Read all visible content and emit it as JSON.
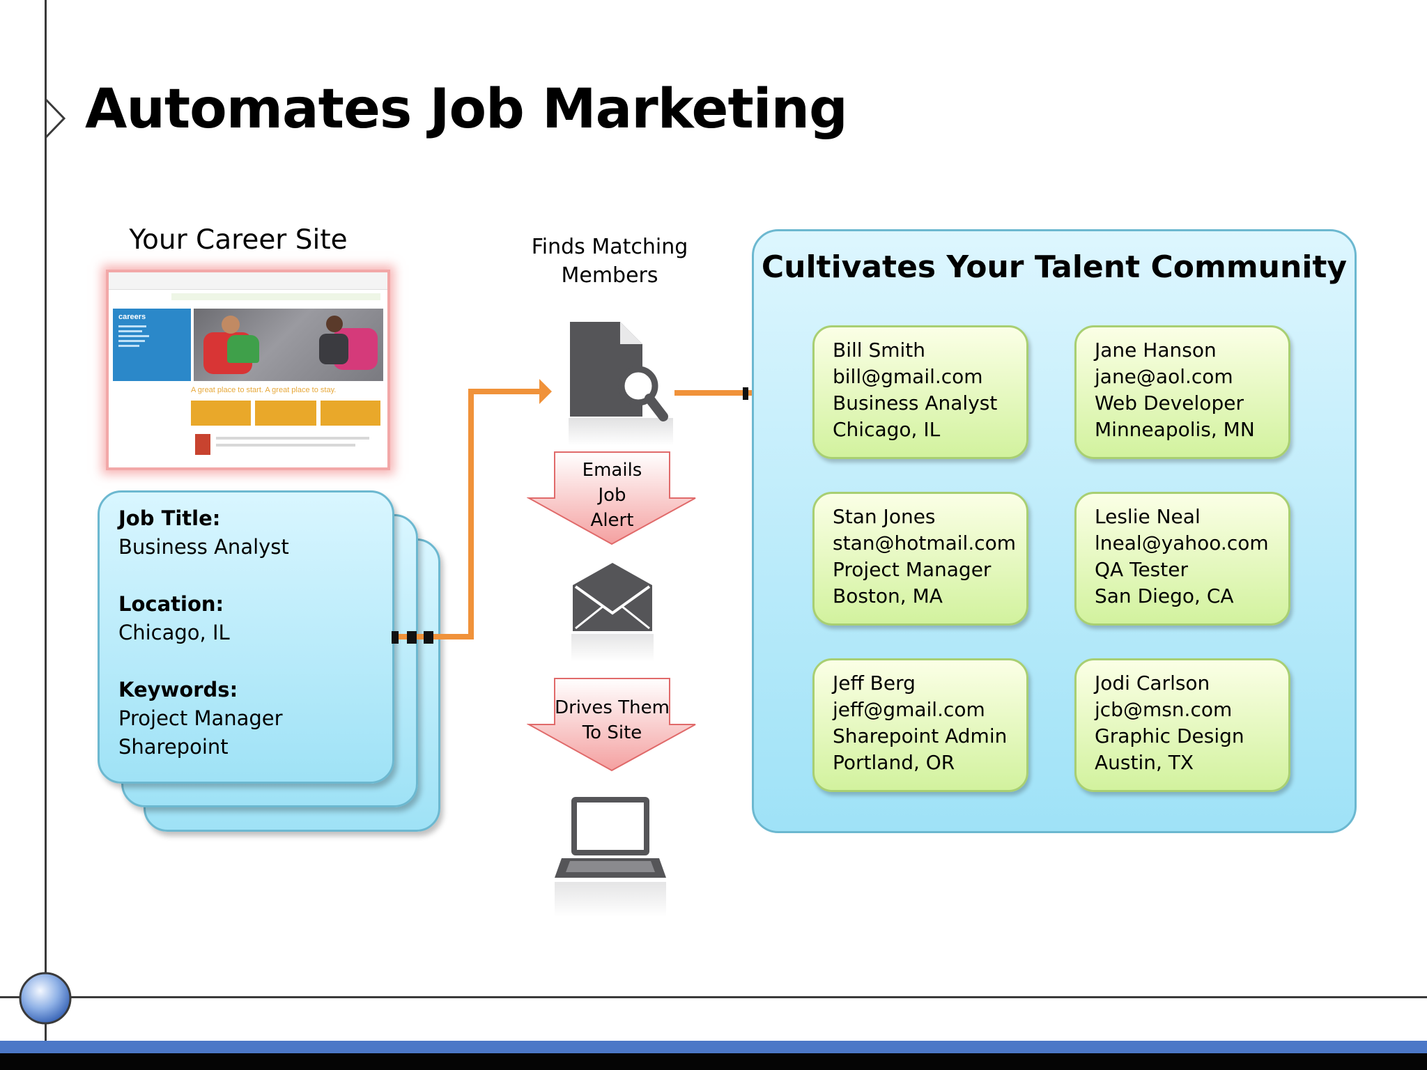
{
  "slide": {
    "title": "Automates Job Marketing",
    "career_site_caption": "Your Career Site",
    "finds_caption_line1": "Finds Matching",
    "finds_caption_line2": "Members"
  },
  "screenshot_thumb": {
    "sidebar_heading": "careers",
    "tagline": "A great place to start. A great place to stay."
  },
  "job_card": {
    "title_label": "Job Title:",
    "title_value": "Business Analyst",
    "location_label": "Location:",
    "location_value": "Chicago, IL",
    "keywords_label": "Keywords:",
    "keyword_1": "Project Manager",
    "keyword_2": "Sharepoint"
  },
  "steps": {
    "emails_line1": "Emails",
    "emails_line2": "Job",
    "emails_line3": "Alert",
    "drives_line1": "Drives Them",
    "drives_line2": "To Site"
  },
  "community": {
    "title": "Cultivates Your Talent Community",
    "members": [
      {
        "name": "Bill Smith",
        "email": "bill@gmail.com",
        "role": "Business Analyst",
        "location": "Chicago, IL"
      },
      {
        "name": "Jane Hanson",
        "email": "jane@aol.com",
        "role": "Web Developer",
        "location": "Minneapolis, MN"
      },
      {
        "name": "Stan Jones",
        "email": "stan@hotmail.com",
        "role": "Project Manager",
        "location": "Boston, MA"
      },
      {
        "name": "Leslie Neal",
        "email": "lneal@yahoo.com",
        "role": "QA Tester",
        "location": "San Diego, CA"
      },
      {
        "name": "Jeff Berg",
        "email": "jeff@gmail.com",
        "role": "Sharepoint Admin",
        "location": "Portland, OR"
      },
      {
        "name": "Jodi Carlson",
        "email": "jcb@msn.com",
        "role": "Graphic Design",
        "location": "Austin, TX"
      }
    ]
  },
  "colors": {
    "arrow": "#f0923a",
    "card_blue": "#9fe2f6",
    "card_green": "#d2f29e",
    "alert_red": "#f7b3b3",
    "footer_blue": "#4c78c7"
  }
}
